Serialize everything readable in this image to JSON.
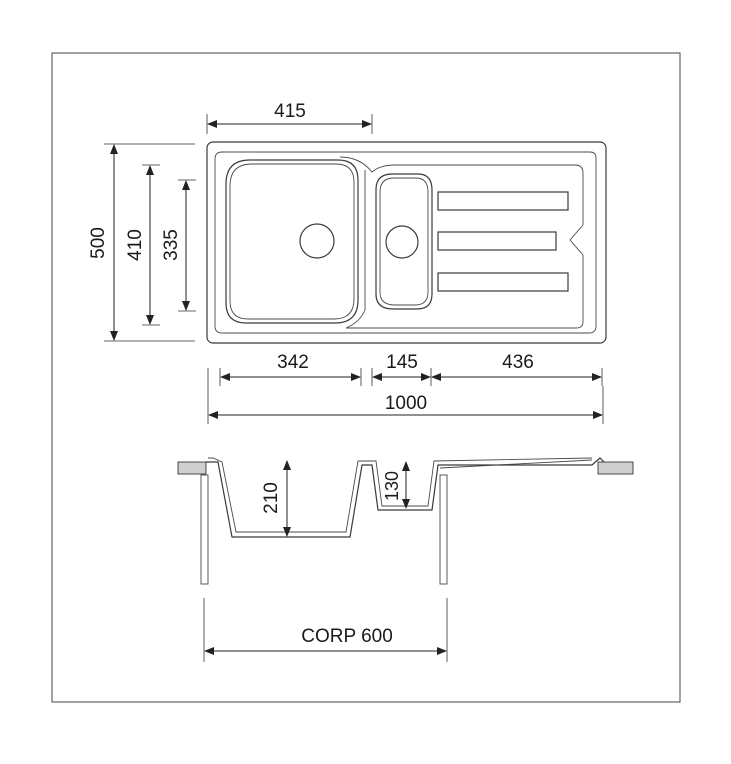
{
  "top_view": {
    "overall_width": "415",
    "overall_depth": "500",
    "bowl_depth_outer": "410",
    "bowl_depth_inner": "335",
    "bowl_width": "342",
    "secondary_bowl_width": "145",
    "drainer_width": "436",
    "total_length": "1000"
  },
  "section_view": {
    "main_bowl_depth": "210",
    "secondary_bowl_depth": "130",
    "cabinet_label": "CORP 600"
  }
}
